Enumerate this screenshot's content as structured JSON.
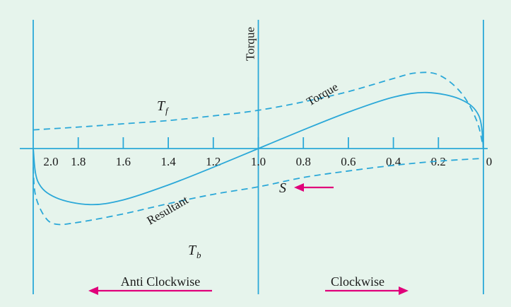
{
  "colors": {
    "background": "#e6f4ec",
    "curve": "#2ba8d8",
    "accent": "#e0007a",
    "text": "#1a1a1a"
  },
  "chart_data": {
    "type": "line",
    "title": "",
    "xlabel": "S",
    "ylabel": "Torque",
    "x_reversed": true,
    "xlim": [
      2.0,
      0
    ],
    "tick_labels": [
      "2.0",
      "1.8",
      "1.6",
      "1.4",
      "1.2",
      "1.0",
      "0.8",
      "0.6",
      "0.4",
      "0.2",
      "0"
    ],
    "series": [
      {
        "name": "Tf",
        "style": "dashed",
        "points": [
          [
            2.0,
            0.4
          ],
          [
            1.8,
            0.46
          ],
          [
            1.6,
            0.53
          ],
          [
            1.4,
            0.6
          ],
          [
            1.2,
            0.7
          ],
          [
            1.0,
            0.82
          ],
          [
            0.8,
            1.0
          ],
          [
            0.6,
            1.22
          ],
          [
            0.4,
            1.5
          ],
          [
            0.3,
            1.62
          ],
          [
            0.2,
            1.58
          ],
          [
            0.1,
            1.2
          ],
          [
            0.03,
            0.6
          ],
          [
            0,
            0
          ]
        ]
      },
      {
        "name": "Tb",
        "style": "dashed",
        "points": [
          [
            2.0,
            -0.4
          ],
          [
            1.99,
            -1.0
          ],
          [
            1.95,
            -1.45
          ],
          [
            1.9,
            -1.62
          ],
          [
            1.8,
            -1.58
          ],
          [
            1.6,
            -1.4
          ],
          [
            1.4,
            -1.18
          ],
          [
            1.2,
            -0.98
          ],
          [
            1.0,
            -0.82
          ],
          [
            0.8,
            -0.62
          ],
          [
            0.6,
            -0.48
          ],
          [
            0.4,
            -0.36
          ],
          [
            0.2,
            -0.27
          ],
          [
            0,
            -0.21
          ]
        ]
      },
      {
        "name": "Resultant",
        "style": "solid",
        "points": [
          [
            2.0,
            0
          ],
          [
            1.98,
            -0.7
          ],
          [
            1.9,
            -1.05
          ],
          [
            1.75,
            -1.2
          ],
          [
            1.6,
            -1.1
          ],
          [
            1.4,
            -0.78
          ],
          [
            1.2,
            -0.4
          ],
          [
            1.0,
            0
          ],
          [
            0.8,
            0.4
          ],
          [
            0.6,
            0.78
          ],
          [
            0.4,
            1.1
          ],
          [
            0.25,
            1.2
          ],
          [
            0.1,
            1.05
          ],
          [
            0.02,
            0.7
          ],
          [
            0,
            0
          ]
        ]
      }
    ],
    "labels": {
      "torque_axis": "Torque",
      "torque_curve": "Torque",
      "resultant": "Resultant",
      "tf_main": "T",
      "tf_sub": "f",
      "tb_main": "T",
      "tb_sub": "b",
      "slip": "S",
      "anti_clockwise": "Anti Clockwise",
      "clockwise": "Clockwise"
    }
  }
}
